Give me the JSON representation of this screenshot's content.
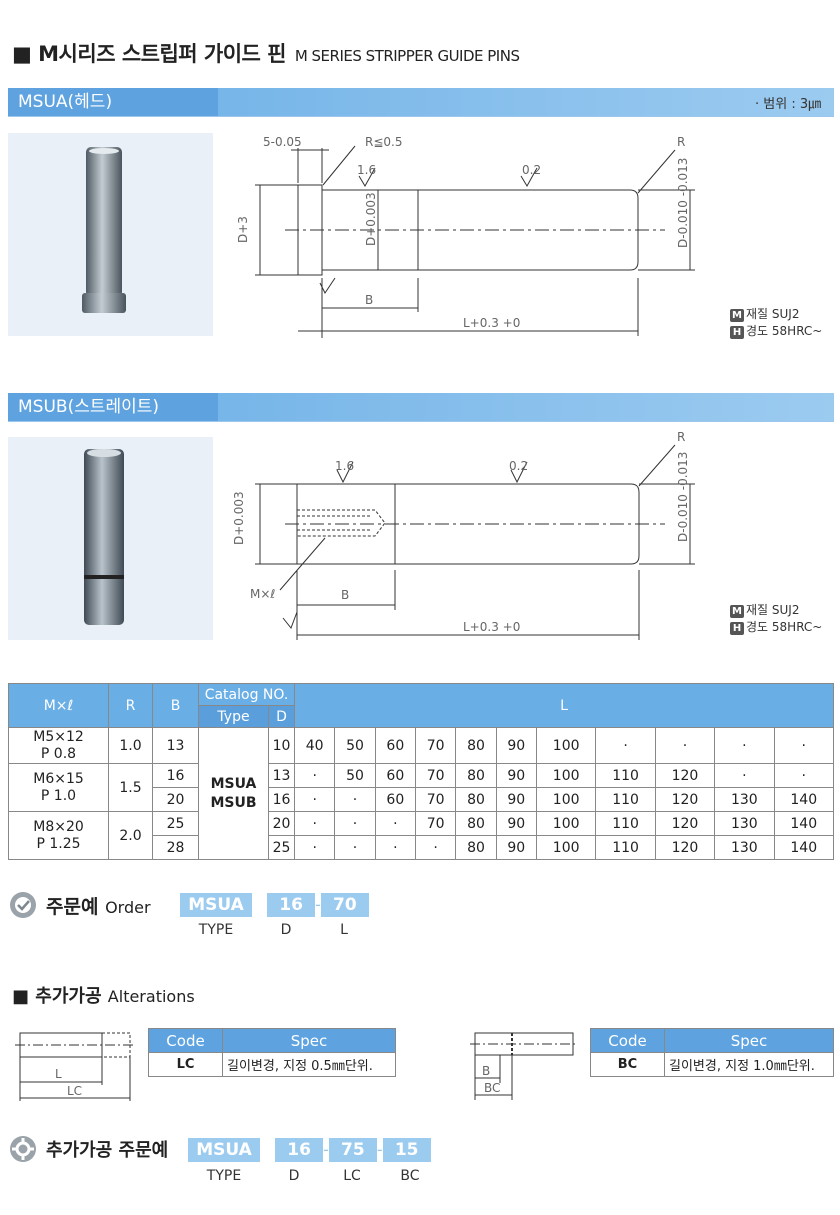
{
  "title": {
    "main": "■ M시리즈 스트립퍼 가이드 핀",
    "sub": "M SERIES STRIPPER GUIDE PINS"
  },
  "range": "· 범위 : 3㎛",
  "sections": {
    "msua": {
      "label": "MSUA(헤드)"
    },
    "msub": {
      "label": "MSUB(스트레이트)"
    }
  },
  "material": {
    "m_badge": "M",
    "m_text": "재질  SUJ2",
    "h_badge": "H",
    "h_text": "경도  58HRC~"
  },
  "drawing_a": {
    "head_dim": "5-0.05",
    "r_note": "R≦0.5",
    "r": "R",
    "rough1": "1.6",
    "rough2": "0.2",
    "d3": "D+3",
    "d_mid": "D+0.003",
    "d_right": "D-0.010 -0.013",
    "b": "B",
    "l": "L+0.3 +0"
  },
  "drawing_b": {
    "r": "R",
    "rough1": "1.6",
    "rough2": "0.2",
    "d_left": "D+0.003",
    "d_right": "D-0.010 -0.013",
    "ml": "M×ℓ",
    "b": "B",
    "l": "L+0.3 +0"
  },
  "table": {
    "h_ml": "M×ℓ",
    "h_r": "R",
    "h_b": "B",
    "h_catalog": "Catalog  NO.",
    "h_type": "Type",
    "h_d": "D",
    "h_l": "L",
    "type_a": "MSUA",
    "type_b": "MSUB",
    "rows": [
      {
        "ml": "M5×12",
        "p": "P 0.8",
        "r": "1.0",
        "b": "13",
        "d": "10",
        "l": [
          "40",
          "50",
          "60",
          "70",
          "80",
          "90",
          "100",
          "·",
          "·",
          "·",
          "·"
        ]
      },
      {
        "ml": "M6×15",
        "p": "P 1.0",
        "r": "1.5",
        "b": "16",
        "d": "13",
        "l": [
          "·",
          "50",
          "60",
          "70",
          "80",
          "90",
          "100",
          "110",
          "120",
          "·",
          "·"
        ]
      },
      {
        "b": "20",
        "d": "16",
        "l": [
          "·",
          "·",
          "60",
          "70",
          "80",
          "90",
          "100",
          "110",
          "120",
          "130",
          "140"
        ]
      },
      {
        "ml": "M8×20",
        "p": "P 1.25",
        "r": "2.0",
        "b": "25",
        "d": "20",
        "l": [
          "·",
          "·",
          "·",
          "70",
          "80",
          "90",
          "100",
          "110",
          "120",
          "130",
          "140"
        ]
      },
      {
        "b": "28",
        "d": "25",
        "l": [
          "·",
          "·",
          "·",
          "·",
          "80",
          "90",
          "100",
          "110",
          "120",
          "130",
          "140"
        ]
      }
    ]
  },
  "order": {
    "title": "주문예",
    "title_en": "Order",
    "boxes": [
      "MSUA",
      "16",
      "70"
    ],
    "labels": [
      "TYPE",
      "D",
      "L"
    ]
  },
  "alterations": {
    "title": "■ 추가가공",
    "title_en": "Alterations",
    "t1": {
      "h_code": "Code",
      "h_spec": "Spec",
      "code": "LC",
      "spec": "길이변경, 지정 0.5㎜단위."
    },
    "t2": {
      "h_code": "Code",
      "h_spec": "Spec",
      "code": "BC",
      "spec": "길이변경, 지정 1.0㎜단위."
    },
    "d1": {
      "l": "L",
      "lc": "LC"
    },
    "d2": {
      "b": "B",
      "bc": "BC"
    }
  },
  "alt_order": {
    "title": "추가가공 주문예",
    "boxes": [
      "MSUA",
      "16",
      "75",
      "15"
    ],
    "labels": [
      "TYPE",
      "D",
      "LC",
      "BC"
    ]
  }
}
